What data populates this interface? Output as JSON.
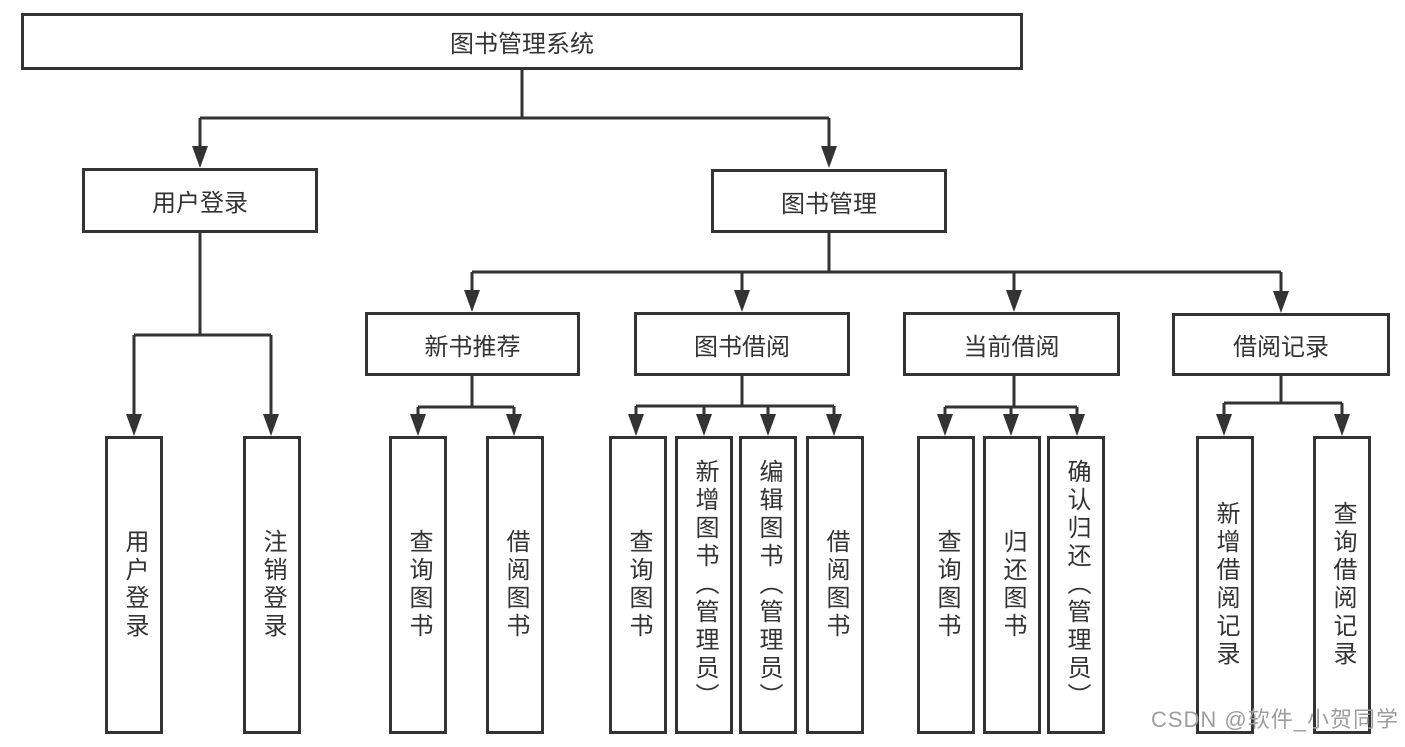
{
  "diagram": {
    "root": {
      "label": "图书管理系统"
    },
    "level2": [
      {
        "label": "用户登录"
      },
      {
        "label": "图书管理"
      }
    ],
    "level3": [
      {
        "label": "新书推荐"
      },
      {
        "label": "图书借阅"
      },
      {
        "label": "当前借阅"
      },
      {
        "label": "借阅记录"
      }
    ],
    "leaves": {
      "user_login": [
        "用户登录",
        "注销登录"
      ],
      "new_book": [
        "查询图书",
        "借阅图书"
      ],
      "book_borrow": [
        "查询图书",
        "新增图书（管理员）",
        "编辑图书（管理员）",
        "借阅图书"
      ],
      "current_borrow": [
        "查询图书",
        "归还图书",
        "确认归还（管理员）"
      ],
      "borrow_record": [
        "新增借阅记录",
        "查询借阅记录"
      ]
    }
  },
  "watermark": {
    "text": "CSDN @软件_小贺同学",
    "color": "#9e9e9e"
  },
  "colors": {
    "line": "#333333",
    "box_border": "#333333",
    "background": "#ffffff",
    "text": "#333333"
  }
}
